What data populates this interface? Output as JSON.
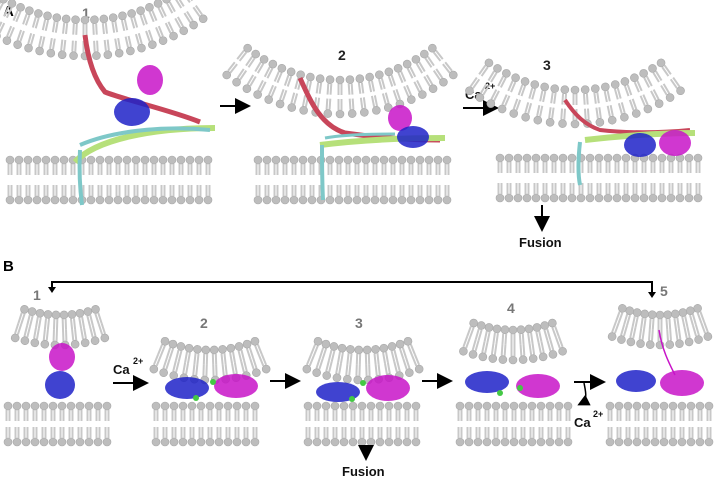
{
  "panel_a": {
    "label": "A",
    "steps": [
      "1",
      "2",
      "3"
    ],
    "ion": "Ca",
    "ion_charge": "2+",
    "outcome": "Fusion"
  },
  "panel_b": {
    "label": "B",
    "steps": [
      "1",
      "2",
      "3",
      "4",
      "5"
    ],
    "ion": "Ca",
    "ion_charge": "2+",
    "ion_release": "Ca",
    "ion_release_charge": "2+",
    "outcome": "Fusion"
  },
  "colors": {
    "membrane_head": "#bdbdbd",
    "membrane_tail": "#cfcfcf",
    "synaptotagmin_c2a": "#1f22c8",
    "synaptotagmin_c2b": "#c814c8",
    "synaptobrevin": "#c8465a",
    "syntaxin": "#7ec8c8",
    "snap25": "#b6e07a",
    "calcium_site": "#44c844",
    "arrow": "#000000"
  }
}
